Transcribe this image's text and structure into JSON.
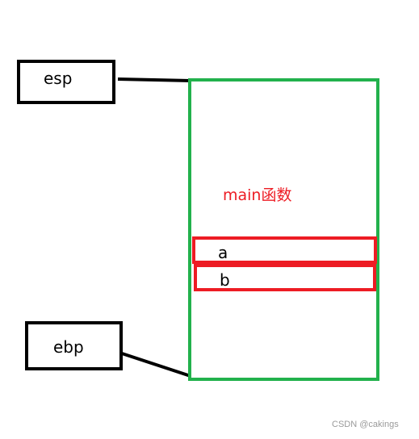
{
  "registers": {
    "esp": {
      "label": "esp"
    },
    "ebp": {
      "label": "ebp"
    }
  },
  "stack_frame": {
    "label": "main函数",
    "variables": [
      {
        "label": "a"
      },
      {
        "label": "b"
      }
    ]
  },
  "watermark": "CSDN @cakings",
  "colors": {
    "frame_border": "#22b14c",
    "variable_border": "#ed1c24",
    "frame_label": "#ed1c24",
    "register_border": "#000000"
  }
}
